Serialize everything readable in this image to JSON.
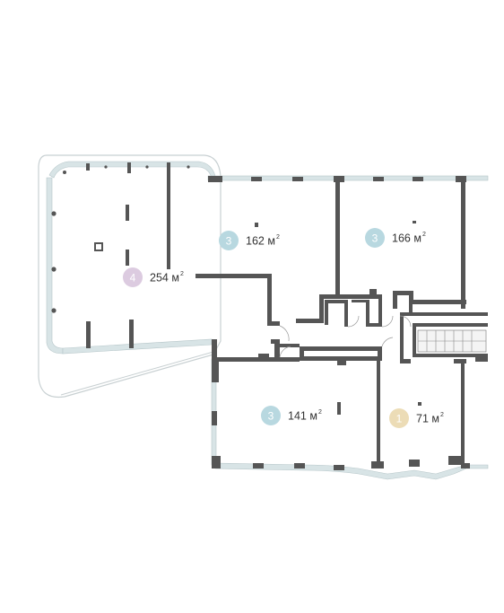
{
  "units": [
    {
      "id": "unit-254",
      "rooms": "4",
      "area": "254",
      "unit": "м",
      "sup": "2",
      "badge_color": "#dccbe0"
    },
    {
      "id": "unit-162",
      "rooms": "3",
      "area": "162",
      "unit": "м",
      "sup": "2",
      "badge_color": "#b8d8e0"
    },
    {
      "id": "unit-166",
      "rooms": "3",
      "area": "166",
      "unit": "м",
      "sup": "2",
      "badge_color": "#b8d8e0"
    },
    {
      "id": "unit-141",
      "rooms": "3",
      "area": "141",
      "unit": "м",
      "sup": "2",
      "badge_color": "#b8d8e0"
    },
    {
      "id": "unit-71",
      "rooms": "1",
      "area": "71",
      "unit": "м",
      "sup": "2",
      "badge_color": "#ecdcb6"
    }
  ],
  "colors": {
    "wall": "#555555",
    "glazing": "#d8e4e6",
    "terrace_outline": "#c8d0d2"
  }
}
